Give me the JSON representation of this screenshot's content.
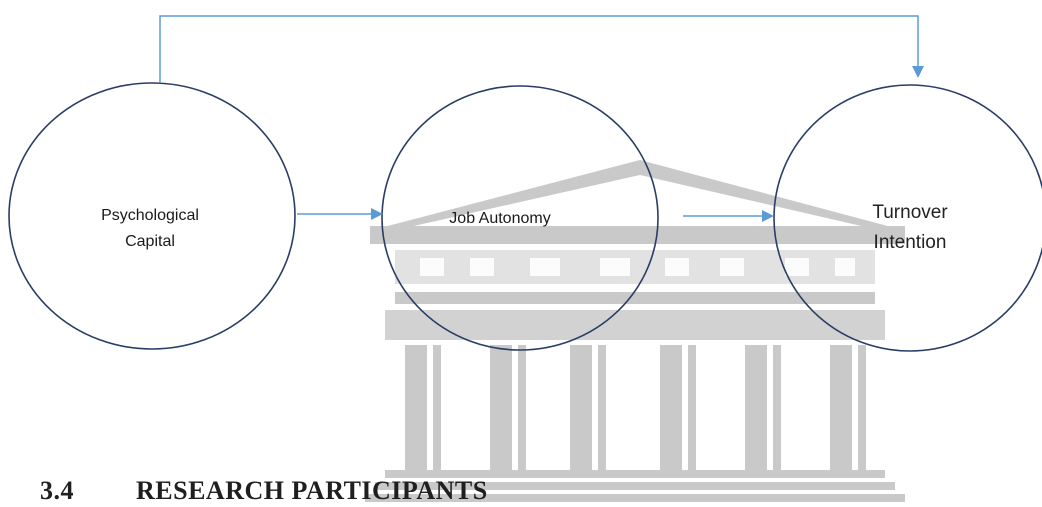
{
  "diagram": {
    "nodes": [
      {
        "id": "psychological-capital",
        "lines": [
          "Psychological",
          "Capital"
        ]
      },
      {
        "id": "job-autonomy",
        "lines": [
          "Job Autonomy"
        ]
      },
      {
        "id": "turnover-intention",
        "lines": [
          "Turnover",
          "Intention"
        ]
      }
    ],
    "edges": [
      {
        "from": "psychological-capital",
        "to": "job-autonomy"
      },
      {
        "from": "job-autonomy",
        "to": "turnover-intention"
      },
      {
        "from": "psychological-capital",
        "to": "turnover-intention"
      }
    ],
    "colors": {
      "node_stroke": "#2a3d66",
      "arrow": "#5b9bd5",
      "watermark": "#8a8a8a"
    }
  },
  "section": {
    "number": "3.4",
    "title": "RESEARCH PARTICIPANTS"
  }
}
